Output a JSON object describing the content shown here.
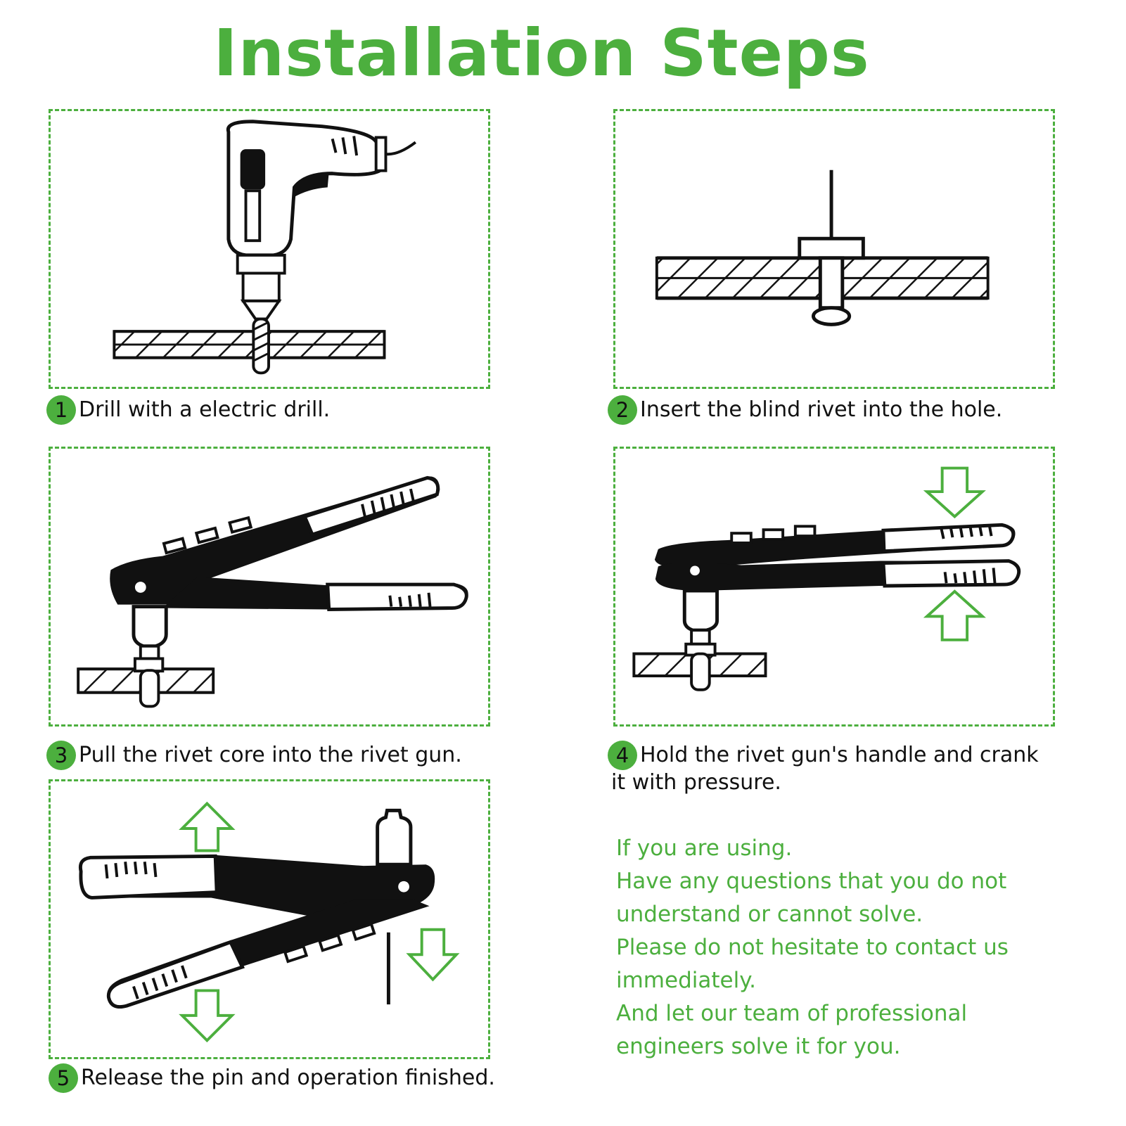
{
  "title": "Installation Steps",
  "colors": {
    "accent": "#4caf3e",
    "ink": "#111111",
    "background": "#ffffff"
  },
  "steps": [
    {
      "num": "1",
      "text": "Drill with a electric drill.",
      "illustration": "electric-drill-icon"
    },
    {
      "num": "2",
      "text": "Insert the blind rivet into the hole.",
      "illustration": "blind-rivet-icon"
    },
    {
      "num": "3",
      "text": "Pull the rivet core into the rivet gun.",
      "illustration": "rivet-gun-icon"
    },
    {
      "num": "4",
      "text_line1": "Hold the rivet gun's handle and crank",
      "text_line2": "it with pressure.",
      "illustration": "rivet-gun-squeeze-icon"
    },
    {
      "num": "5",
      "text": "Release the pin and operation finished.",
      "illustration": "rivet-gun-release-icon"
    }
  ],
  "note_lines": [
    "If you are using.",
    "Have any questions that you do not",
    "understand or cannot solve.",
    "Please do not hesitate to contact us",
    "immediately.",
    "And let our team of professional",
    "engineers solve it for you."
  ]
}
